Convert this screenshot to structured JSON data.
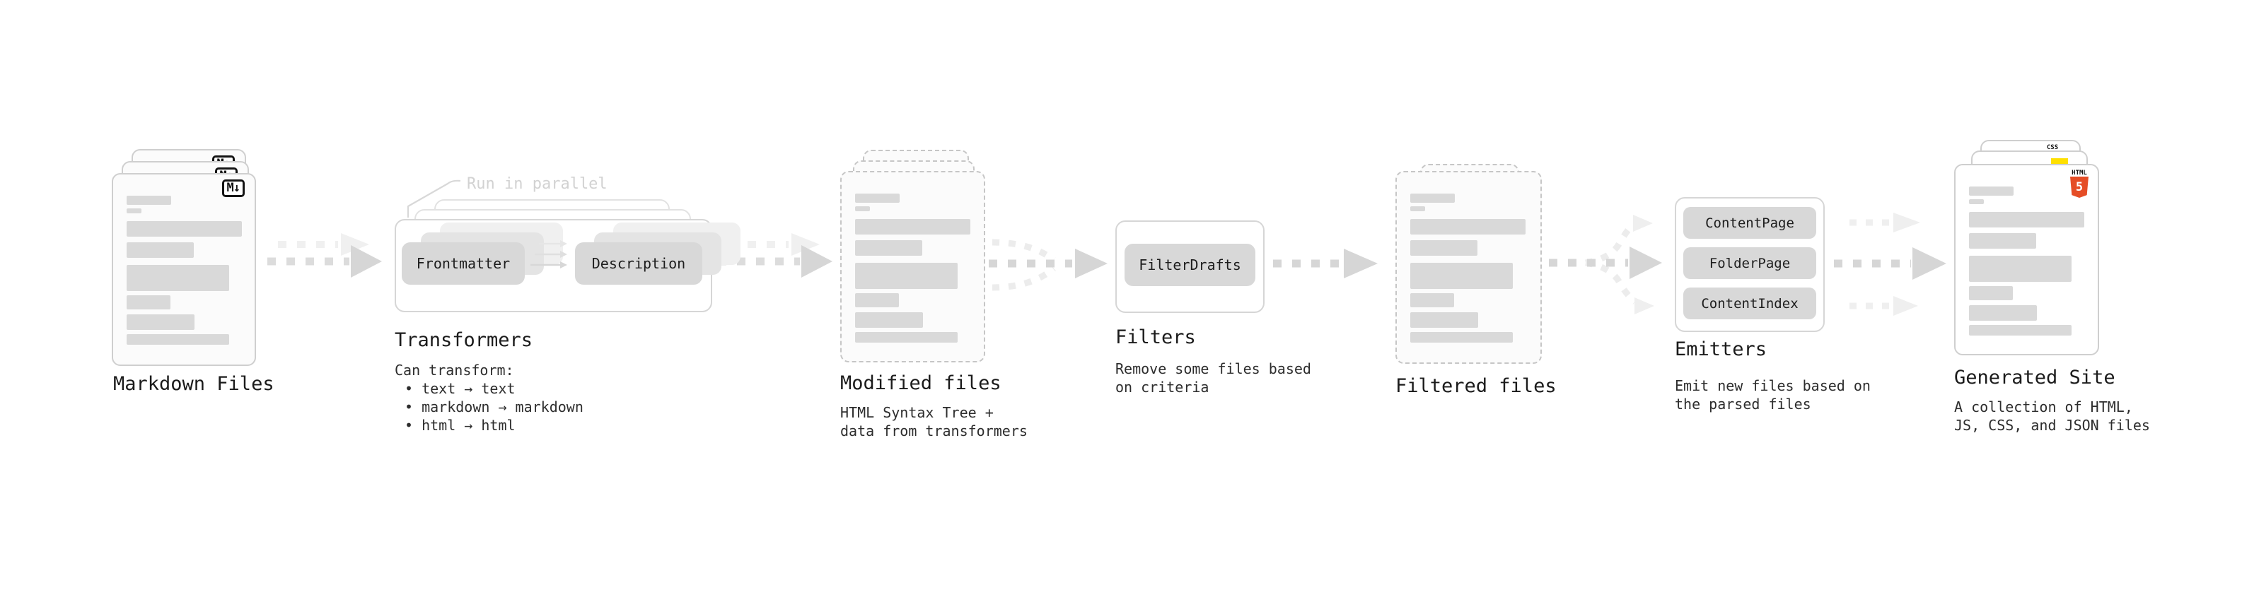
{
  "nodes": {
    "markdown_files": {
      "label": "Markdown Files",
      "badge": "M↓"
    },
    "transformers": {
      "note": "Run in parallel",
      "pill_frontmatter": "Frontmatter",
      "pill_description": "Description",
      "heading": "Transformers",
      "desc_title": "Can transform:",
      "bullet_1": "• text → text",
      "bullet_2": "• markdown → markdown",
      "bullet_3": "• html → html"
    },
    "modified_files": {
      "heading": "Modified files",
      "desc": "HTML Syntax Tree +\ndata from transformers"
    },
    "filters": {
      "pill": "FilterDrafts",
      "heading": "Filters",
      "desc": "Remove some files based\non criteria"
    },
    "filtered_files": {
      "heading": "Filtered files"
    },
    "emitters": {
      "pill_1": "ContentPage",
      "pill_2": "FolderPage",
      "pill_3": "ContentIndex",
      "heading": "Emitters",
      "desc": "Emit new files based on\nthe parsed files"
    },
    "generated_site": {
      "heading": "Generated Site",
      "desc": "A collection of HTML,\nJS, CSS, and JSON files",
      "badge_css": "CSS",
      "badge_html_label": "HTML",
      "badge_html_number": "5"
    }
  },
  "colors": {
    "arrow": "#d6d6d6",
    "arrow_light": "#ececec",
    "pill_bg": "#d8d8d8",
    "bar_bg": "#d9d9d9",
    "html5_orange": "#e54d26",
    "js_yellow": "#ffe000",
    "css_blue": "#2d6ce0"
  }
}
